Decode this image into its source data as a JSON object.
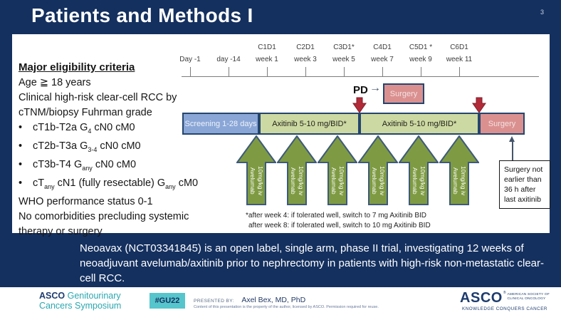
{
  "colors": {
    "navy": "#14305f",
    "screening_blue": "#8aa6d6",
    "axitinib_green": "#cdd9a2",
    "surgery_pink": "#db9090",
    "bar_border": "#24466e",
    "arrow_olive": "#7e9b43",
    "arrow_border": "#3e5a7a",
    "red_arrow": "#b22a38",
    "note_arrow": "#44546a",
    "teal": "#2aa7b0",
    "badge_teal": "#56c5cc",
    "footer_navy": "#1d3c6e"
  },
  "slide": {
    "title": "Patients and Methods I",
    "page_number": "3"
  },
  "eligibility": {
    "heading": "Major eligibility criteria",
    "lines": [
      {
        "bullet": false,
        "parts": [
          {
            "t": "Age ≧ 18 years"
          }
        ]
      },
      {
        "bullet": false,
        "parts": [
          {
            "t": "Clinical high-risk clear-cell RCC by cTNM/biopsy Fuhrman grade"
          }
        ]
      },
      {
        "bullet": true,
        "parts": [
          {
            "t": "cT1b-T2a G"
          },
          {
            "t": "4",
            "sub": true
          },
          {
            "t": " cN0 cM0"
          }
        ]
      },
      {
        "bullet": true,
        "parts": [
          {
            "t": "cT2b-T3a G"
          },
          {
            "t": "3-4",
            "sub": true
          },
          {
            "t": " cN0 cM0"
          }
        ]
      },
      {
        "bullet": true,
        "parts": [
          {
            "t": "cT3b-T4 G"
          },
          {
            "t": "any",
            "sub": true
          },
          {
            "t": " cN0 cM0"
          }
        ]
      },
      {
        "bullet": true,
        "parts": [
          {
            "t": "cT"
          },
          {
            "t": "any",
            "sub": true
          },
          {
            "t": " cN1 (fully resectable) G"
          },
          {
            "t": "any",
            "sub": true
          },
          {
            "t": " cM0"
          }
        ]
      },
      {
        "bullet": false,
        "parts": [
          {
            "t": "WHO performance status 0-1"
          }
        ]
      },
      {
        "bullet": false,
        "parts": [
          {
            "t": "No comorbidities precluding systemic therapy or surgery"
          }
        ]
      }
    ]
  },
  "timeline": {
    "points": [
      {
        "top": "",
        "bottom": "Day -1"
      },
      {
        "top": "",
        "bottom": "day -14"
      },
      {
        "top": "C1D1",
        "bottom": "week 1"
      },
      {
        "top": "C2D1",
        "bottom": "week 3"
      },
      {
        "top": "C3D1*",
        "bottom": "week 5"
      },
      {
        "top": "C4D1",
        "bottom": "week 7"
      },
      {
        "top": "C5D1 *",
        "bottom": "week 9"
      },
      {
        "top": "C6D1",
        "bottom": "week 11"
      }
    ]
  },
  "diagram": {
    "pd_label": "PD",
    "pd_arrow": "→",
    "pd_surgery_label": "Surgery",
    "bars": [
      {
        "type": "screening",
        "label": "Screening 1-28 days"
      },
      {
        "type": "axitinib",
        "label": "Axitinib 5-10 mg/BID*"
      },
      {
        "type": "axitinib",
        "label": "Axitinib 5-10 mg/BID*"
      },
      {
        "type": "surgery",
        "label": "Surgery"
      }
    ],
    "avelumab": {
      "count": 6,
      "line1": "Avelumab",
      "line2": "10mg/kg iv"
    },
    "footnote_line1": "*after week 4: if tolerated well, switch to 7 mg Axitinib BID",
    "footnote_line2": "after week 8: if tolerated well, switch to 10 mg Axitinib BID",
    "surgery_note": "Surgery not earlier than 36 h after last axitinib"
  },
  "summary": "Neoavax (NCT03341845) is an open label, single arm, phase II trial, investigating 12 weeks of neoadjuvant avelumab/axitinib prior to nephrectomy in patients with high-risk non-metastatic clear-cell RCC.",
  "footer": {
    "brand": {
      "asco": "ASCO",
      "line1": "Genitourinary",
      "line2": "Cancers Symposium"
    },
    "hashtag": "#GU22",
    "presented_label": "PRESENTED BY:",
    "presenter": "Axel Bex, MD, PhD",
    "disclaimer": "Content of this presentation is the property of the author, licensed by ASCO. Permission required for reuse.",
    "logo": {
      "asco": "ASCO",
      "reg": "®",
      "org_line1": "AMERICAN SOCIETY OF",
      "org_line2": "CLINICAL ONCOLOGY",
      "tagline": "KNOWLEDGE CONQUERS CANCER"
    }
  }
}
